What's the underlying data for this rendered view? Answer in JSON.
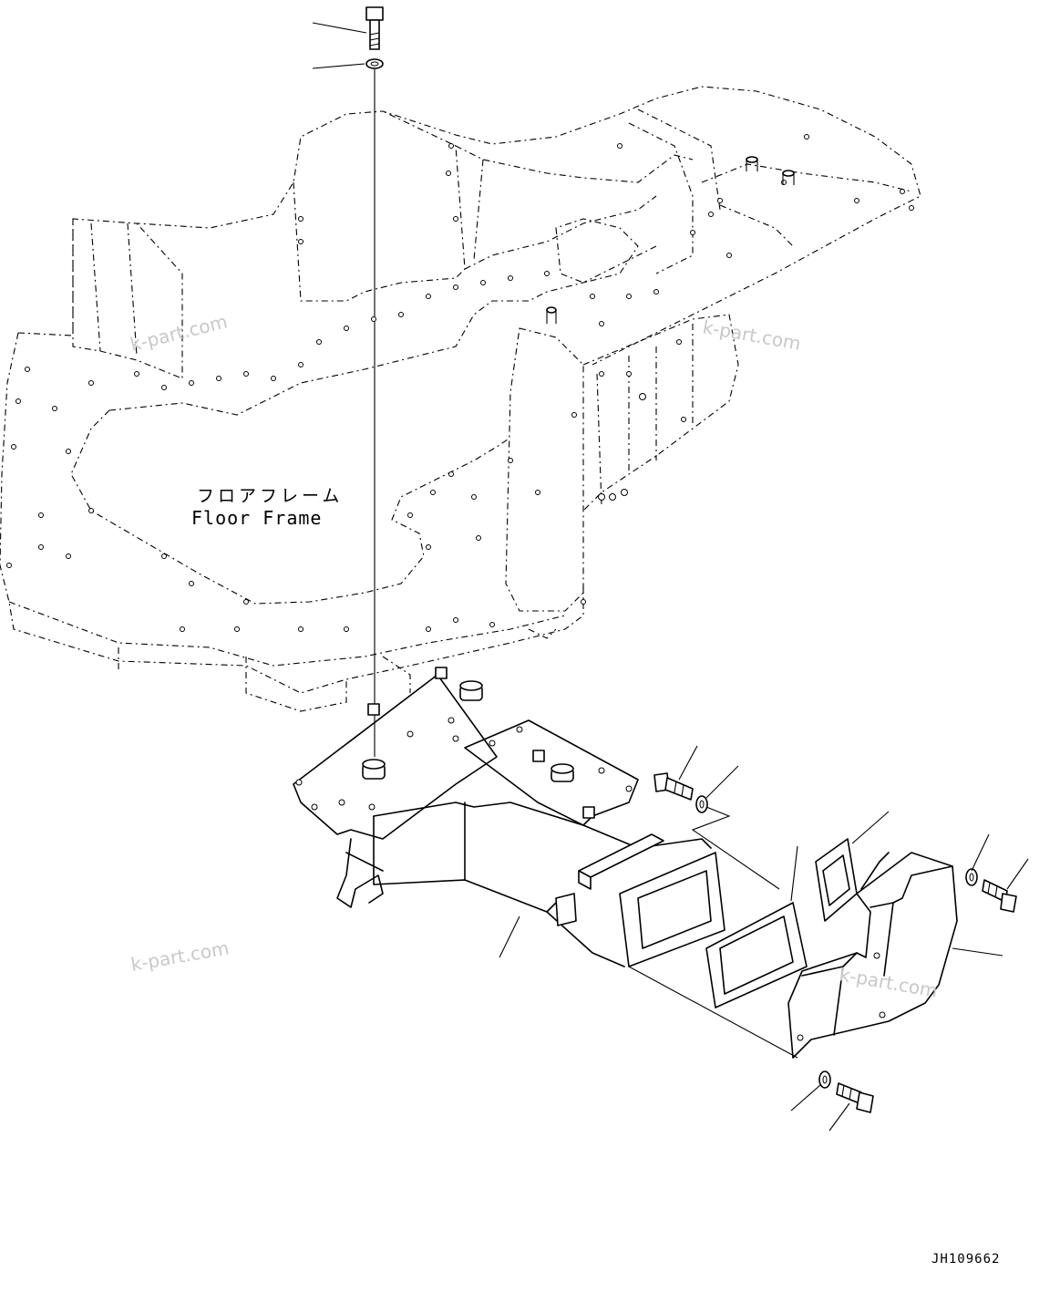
{
  "labels": {
    "floor_frame_jp": "フロアフレーム",
    "floor_frame_en": "Floor Frame",
    "drawing_code": "JH109662"
  },
  "watermarks": [
    "k-part.com",
    "k-part.com",
    "k-part.com",
    "k-part.com"
  ]
}
